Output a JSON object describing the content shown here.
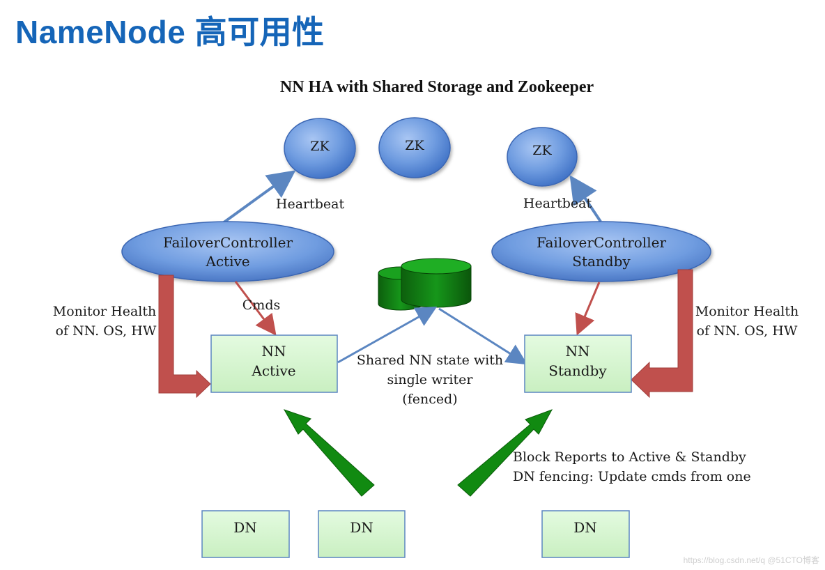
{
  "slide": {
    "title": "NameNode 高可用性"
  },
  "diagram": {
    "title": "NN HA with Shared Storage and Zookeeper",
    "zk_label": "ZK",
    "heartbeat": "Heartbeat",
    "fc_active": {
      "line1": "FailoverController",
      "line2": "Active"
    },
    "fc_standby": {
      "line1": "FailoverController",
      "line2": "Standby"
    },
    "cmds": "Cmds",
    "monitor_health": {
      "line1": "Monitor Health",
      "line2": "of NN. OS, HW"
    },
    "nn_active": {
      "line1": "NN",
      "line2": "Active"
    },
    "nn_standby": {
      "line1": "NN",
      "line2": "Standby"
    },
    "shared_state": {
      "line1": "Shared NN state with",
      "line2": "single writer",
      "line3": "(fenced)"
    },
    "block_reports": {
      "line1": "Block Reports to Active & Standby",
      "line2": "DN fencing: Update cmds from one"
    },
    "dn_label": "DN",
    "colors": {
      "title_blue": "#1565b8",
      "zk_fill": "#4a7fd2",
      "box_fill": "#d6f5d0",
      "green_arrow": "#118a11",
      "red_arrow": "#c0504d",
      "blue_arrow": "#5b86c1"
    }
  },
  "watermark": "https://blog.csdn.net/q @51CTO博客"
}
